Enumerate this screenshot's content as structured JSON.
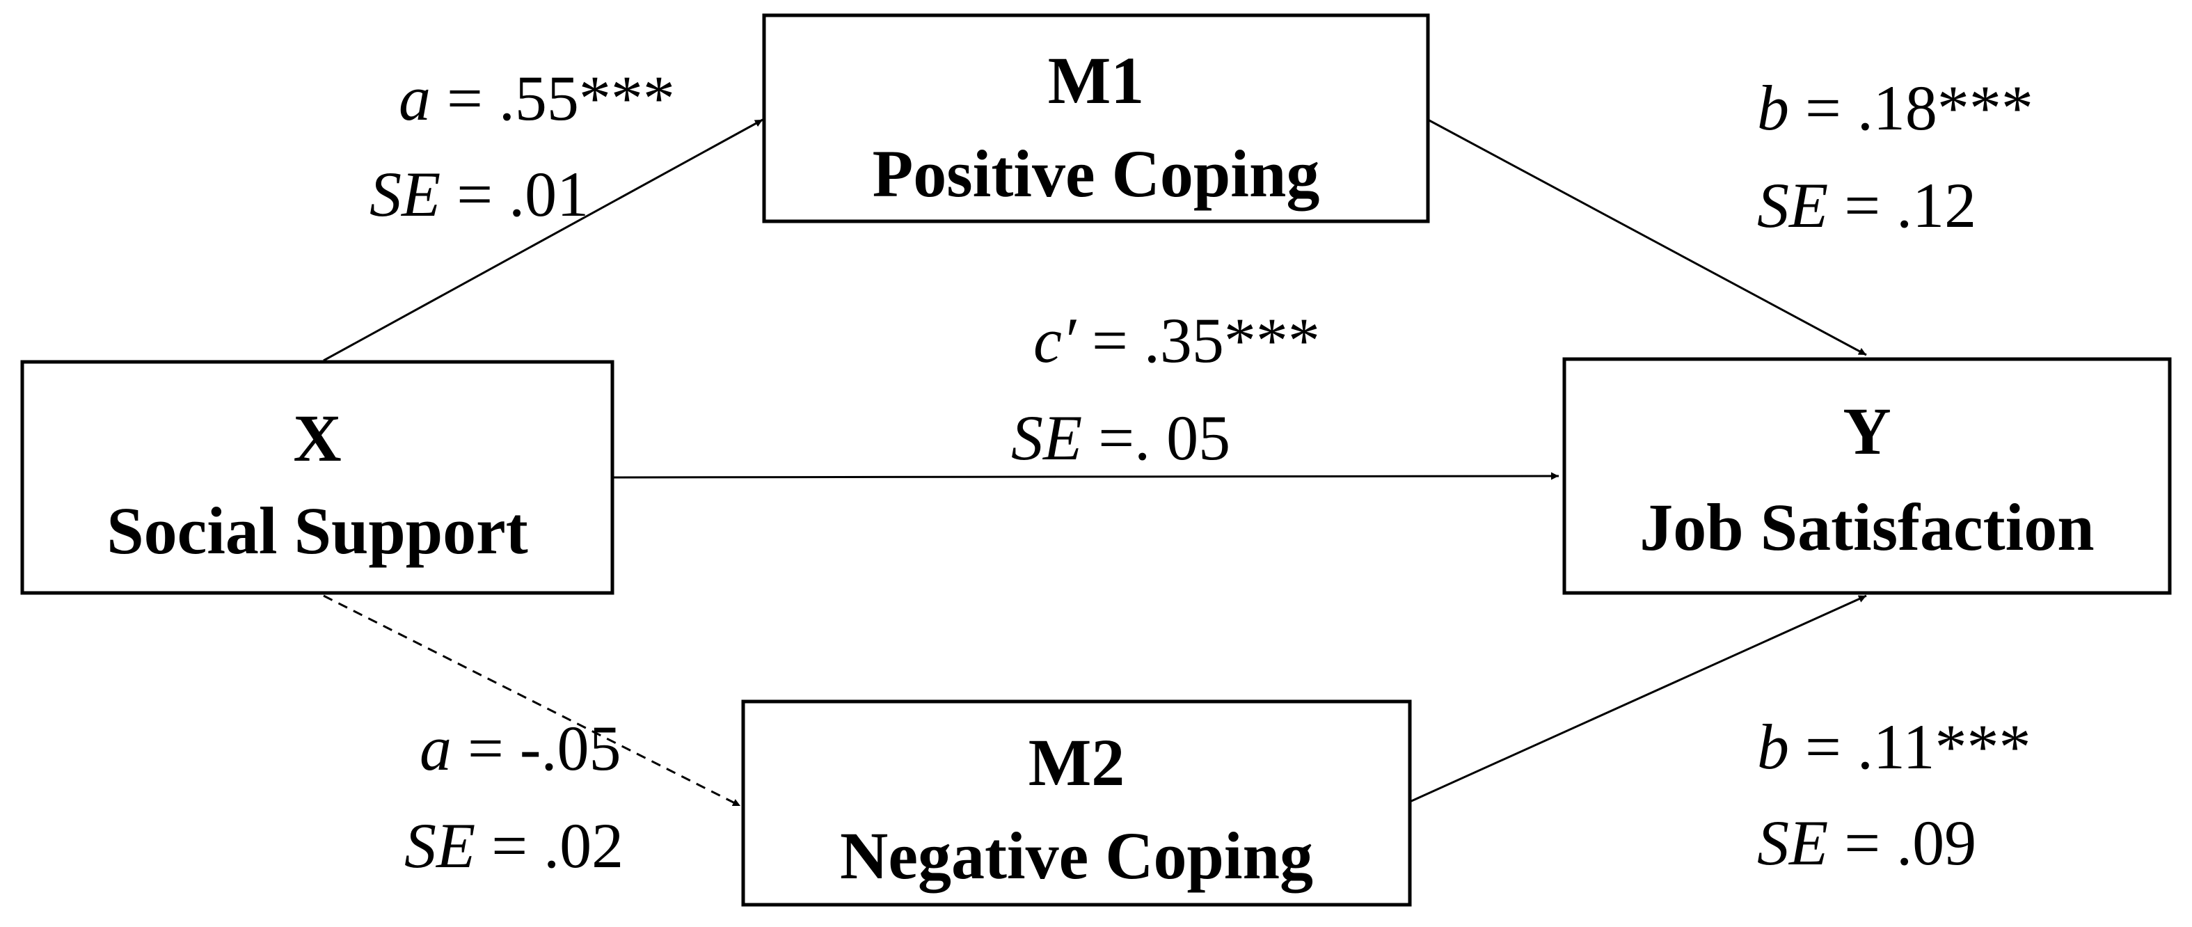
{
  "nodes": {
    "x": {
      "line1": "X",
      "line2": "Social Support"
    },
    "m1": {
      "line1": "M1",
      "line2": "Positive Coping"
    },
    "m2": {
      "line1": "M2",
      "line2": "Negative Coping"
    },
    "y": {
      "line1": "Y",
      "line2": "Job Satisfaction"
    }
  },
  "paths": {
    "a1": {
      "symbol": "a",
      "value": " = .55***",
      "se_symbol": "SE",
      "se_value": " = .01"
    },
    "b1": {
      "symbol": "b",
      "value": " = .18***",
      "se_symbol": "SE",
      "se_value": " = .12"
    },
    "c_prime": {
      "symbol": "c′",
      "value": " = .35***",
      "se_symbol": "SE",
      "se_value": " =. 05"
    },
    "a2": {
      "symbol": "a",
      "value": " = -.05",
      "se_symbol": "SE",
      "se_value": " = .02"
    },
    "b2": {
      "symbol": "b",
      "value": " = .11***",
      "se_symbol": "SE",
      "se_value": " = .09"
    }
  },
  "path_styles": {
    "a1": "solid",
    "b1": "solid",
    "c_prime": "solid",
    "a2": "dashed",
    "b2": "solid"
  },
  "colors": {
    "stroke": "#000000",
    "background": "#ffffff"
  }
}
